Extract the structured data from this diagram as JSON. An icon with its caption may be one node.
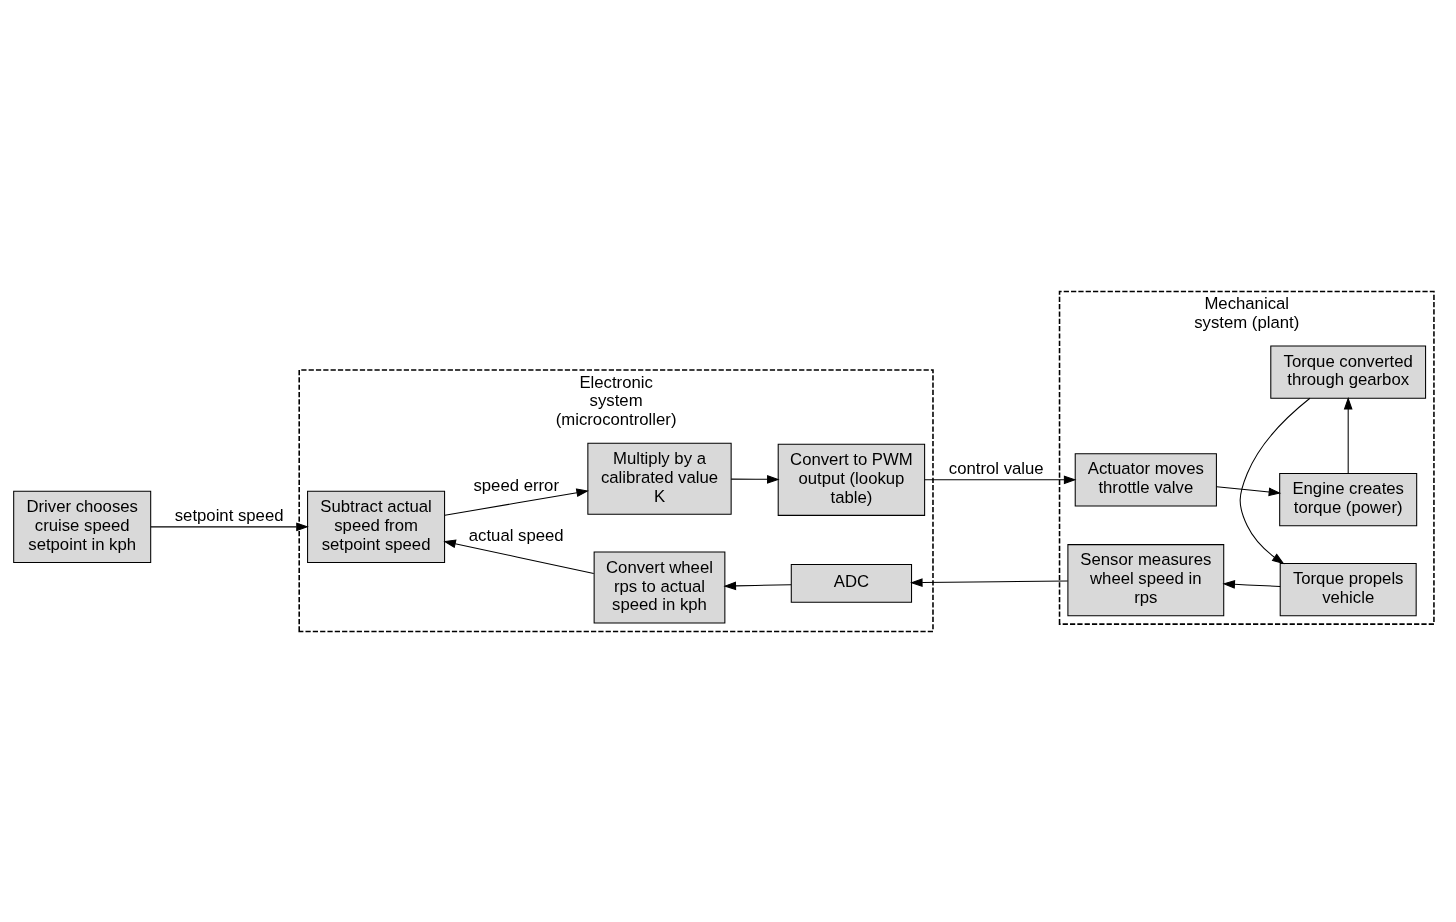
{
  "diagram": {
    "nodes": [
      {
        "text": [
          "Driver chooses cruise speed setpoint in kph"
        ]
      },
      {
        "text": [
          "Electronic system (microcontroller)"
        ]
      },
      {
        "text": [
          "Subtract actual speed from setpoint speed"
        ],
        "in": 1
      },
      {
        "text": [
          "Multiply by a calibrated value K"
        ],
        "in": 1
      },
      {
        "text": [
          "Convert to PWM output (lookup table)"
        ],
        "in": 1
      },
      {
        "text": [
          "Convert wheel rps to actual speed in kph"
        ],
        "in": 1
      },
      {
        "text": [
          "ADC"
        ],
        "in": 1
      },
      {
        "text": [
          "Mechanical system (plant)"
        ]
      },
      {
        "text": [
          "Actuator moves throttle valve"
        ],
        "in": 7
      },
      {
        "text": [
          "Engine creates torque (power)"
        ],
        "in": 7
      },
      {
        "text": [
          "Torque converted through gearbox"
        ],
        "in": 7
      },
      {
        "text": [
          "Torque propels vehicle"
        ],
        "in": 7
      },
      {
        "text": [
          "Sensor measures wheel speed in rps"
        ],
        "in": 7
      }
    ],
    "edges": [
      {
        "from": 0,
        "to": 2,
        "arrow": "to",
        "label": "setpoint speed"
      },
      {
        "from": 2,
        "to": 3,
        "arrow": "to",
        "label": "speed error"
      },
      {
        "from": 3,
        "to": 4,
        "arrow": "to"
      },
      {
        "from": 4,
        "to": 8,
        "arrow": "to",
        "label": "control value"
      },
      {
        "from": 8,
        "to": 9,
        "arrow": "to"
      },
      {
        "from": 9,
        "to": 10,
        "arrow": "to"
      },
      {
        "from": 10,
        "to": 11,
        "arrow": "to"
      },
      {
        "from": 11,
        "to": 12,
        "arrow": "to"
      },
      {
        "from": 12,
        "to": 6,
        "arrow": "to"
      },
      {
        "from": 6,
        "to": 5,
        "arrow": "to"
      },
      {
        "from": 5,
        "to": 2,
        "arrow": "to",
        "label": "actual speed"
      }
    ]
  }
}
